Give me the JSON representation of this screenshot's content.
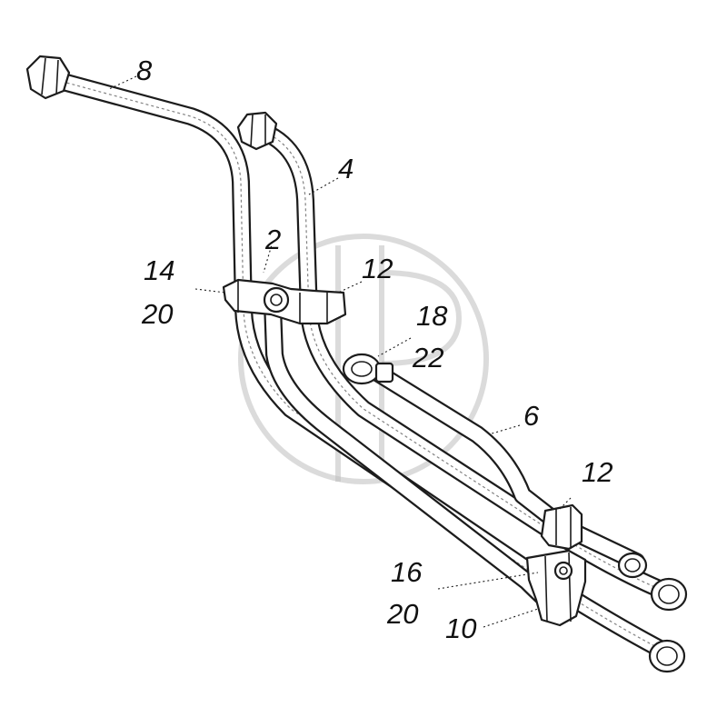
{
  "callouts": {
    "c8": "8",
    "c4": "4",
    "c2": "2",
    "c14": "14",
    "c20a": "20",
    "c12a": "12",
    "c18": "18",
    "c22": "22",
    "c6": "6",
    "c12b": "12",
    "c16": "16",
    "c20b": "20",
    "c10": "10"
  },
  "colors": {
    "line": "#1c1c1c",
    "background": "#ffffff",
    "watermark": "#bdbdbd"
  }
}
